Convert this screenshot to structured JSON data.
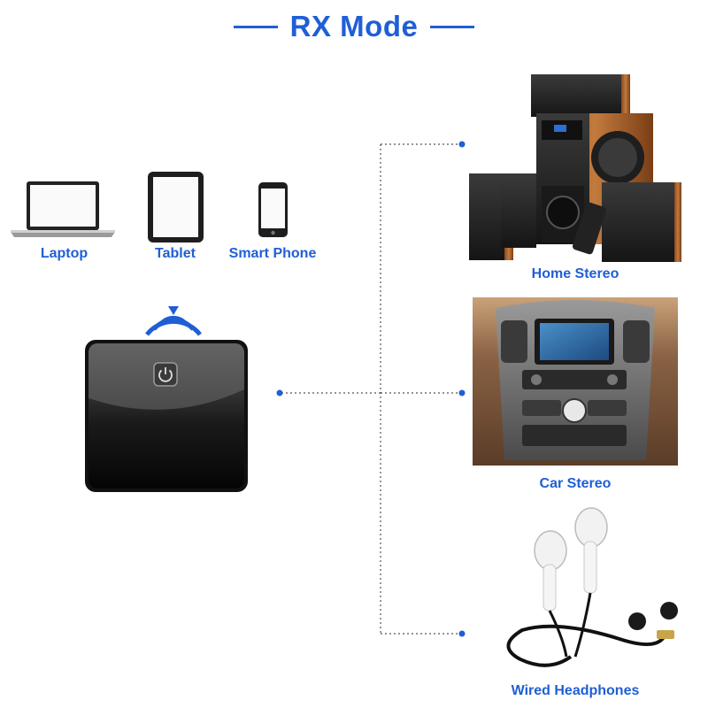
{
  "title": "RX Mode",
  "colors": {
    "accent": "#1f5fd6",
    "connector": "#555555",
    "dot": "#1f5fd6"
  },
  "sources": [
    {
      "label": "Laptop",
      "icon": "laptop-icon"
    },
    {
      "label": "Tablet",
      "icon": "tablet-icon"
    },
    {
      "label": "Smart Phone",
      "icon": "smartphone-icon"
    }
  ],
  "signal_icon": "wireless-signal-icon",
  "device": {
    "icon": "bluetooth-receiver-icon",
    "button_icon": "power-icon"
  },
  "outputs": [
    {
      "label": "Home Stereo",
      "icon": "home-stereo-icon"
    },
    {
      "label": "Car Stereo",
      "icon": "car-stereo-icon"
    },
    {
      "label": "Wired Headphones",
      "icon": "wired-headphones-icon"
    }
  ]
}
